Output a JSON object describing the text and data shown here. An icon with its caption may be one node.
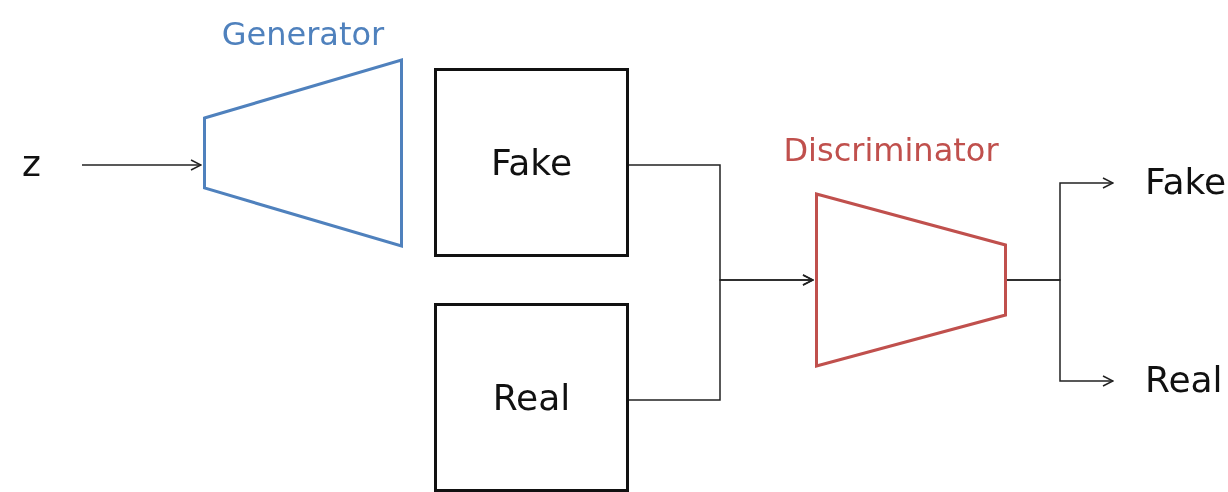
{
  "diagram": {
    "nodes": [
      {
        "text": [
          "z"
        ]
      },
      {
        "text": [
          "Generator"
        ]
      },
      {
        "text": [
          "Fake"
        ]
      },
      {
        "text": [
          "Real"
        ]
      },
      {
        "text": [
          "Discriminator"
        ]
      },
      {
        "text": [
          "Fake"
        ]
      },
      {
        "text": [
          "Real"
        ]
      }
    ],
    "edges": [
      {
        "from": 0,
        "to": 1,
        "arrow": "to"
      },
      {
        "from": 2,
        "to": 4,
        "arrow": "to"
      },
      {
        "from": 3,
        "to": 4,
        "arrow": "to"
      },
      {
        "from": 4,
        "to": 5,
        "arrow": "to"
      },
      {
        "from": 4,
        "to": 6,
        "arrow": "to"
      }
    ]
  }
}
